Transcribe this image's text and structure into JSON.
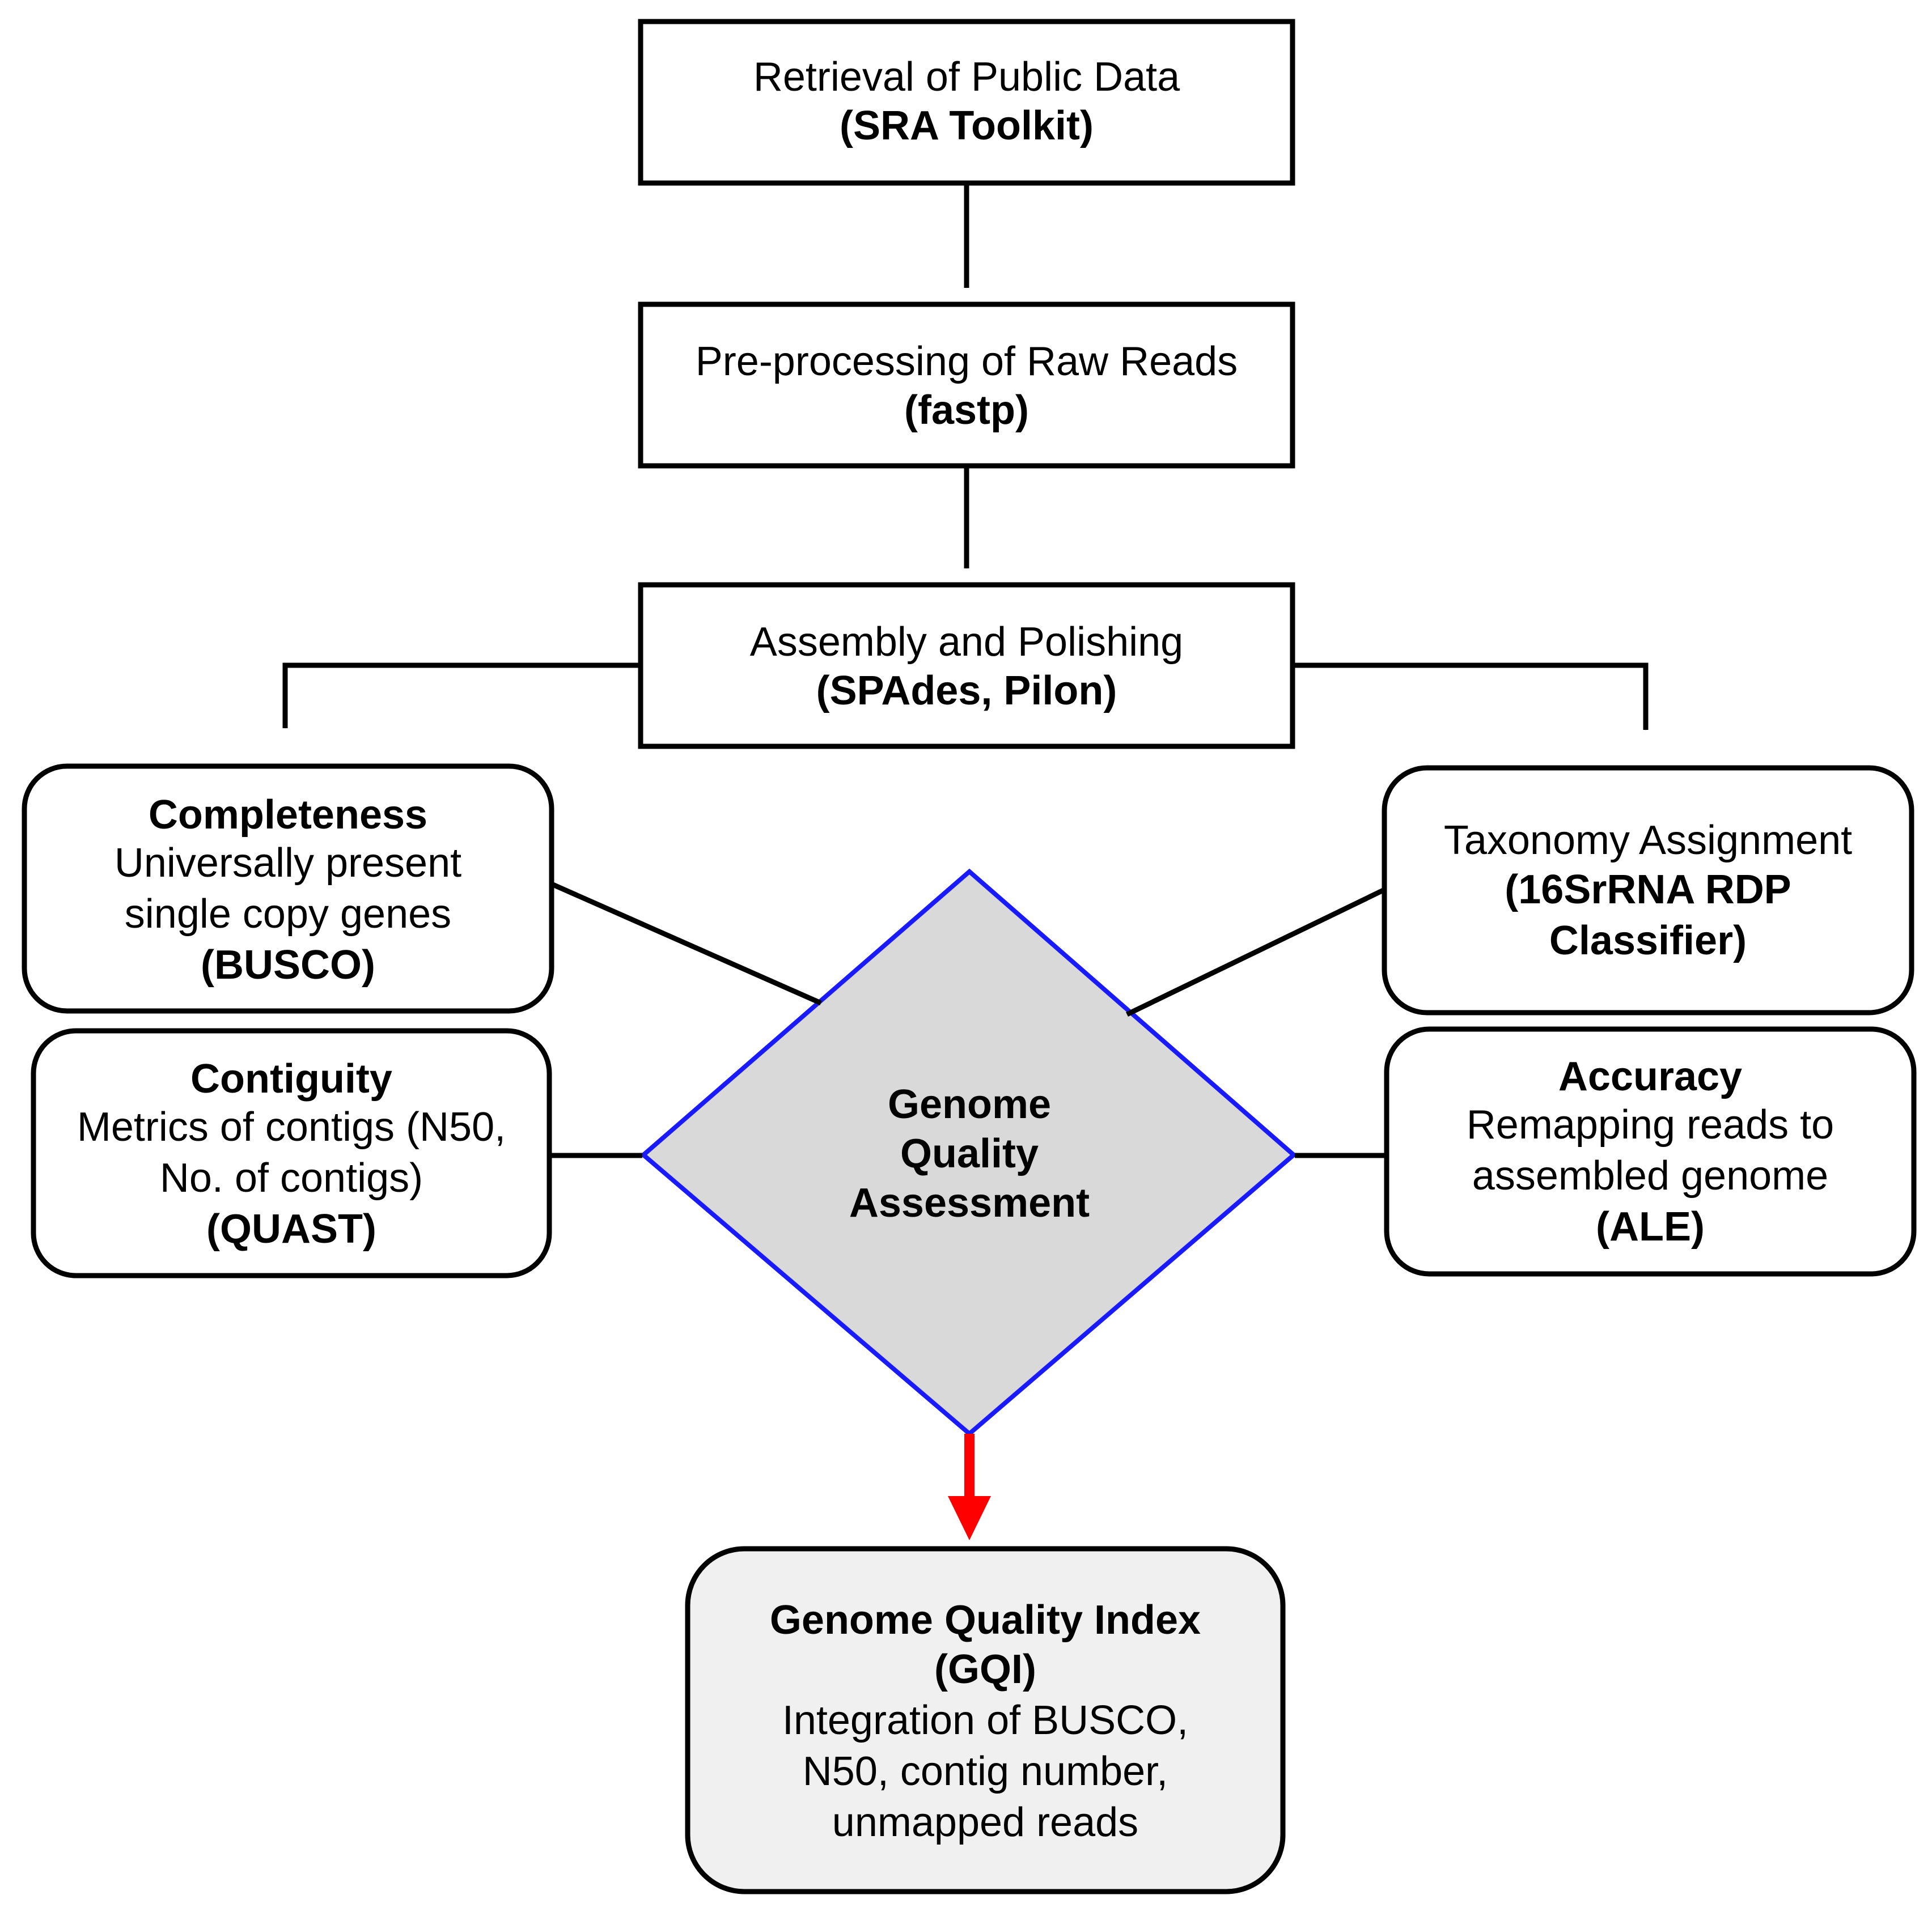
{
  "colors": {
    "box_border": "#000000",
    "arrow": "#000000",
    "diamond_border": "#1a1aff",
    "diamond_fill": "#d9d9d9",
    "final_arrow": "#ff0000",
    "gqi_fill": "#f0f0f0"
  },
  "steps": {
    "retrieval": {
      "title": "Retrieval of Public Data",
      "tool": "(SRA Toolkit)"
    },
    "preprocessing": {
      "title": "Pre-processing of Raw Reads",
      "tool": "(fastp)"
    },
    "assembly": {
      "title": "Assembly and Polishing",
      "tool": "(SPAdes, Pilon)"
    }
  },
  "criteria": {
    "completeness": {
      "title": "Completeness",
      "line1": "Universally present",
      "line2": "single copy genes",
      "tool": "(BUSCO)"
    },
    "contiguity": {
      "title": "Contiguity",
      "line1": "Metrics of contigs (N50,",
      "line2": "No. of contigs)",
      "tool": "(QUAST)"
    },
    "taxonomy": {
      "line1": "Taxonomy Assignment",
      "tool1": "(16SrRNA RDP",
      "tool2": "Classifier)"
    },
    "accuracy": {
      "title": "Accuracy",
      "line1": "Remapping reads to",
      "line2": "assembled genome",
      "tool": "(ALE)"
    }
  },
  "assessment": {
    "line1": "Genome",
    "line2": "Quality",
    "line3": "Assessment"
  },
  "gqi": {
    "title": "Genome Quality Index",
    "abbr": "(GQI)",
    "line1": "Integration of BUSCO,",
    "line2": "N50, contig number,",
    "line3": "unmapped reads"
  }
}
